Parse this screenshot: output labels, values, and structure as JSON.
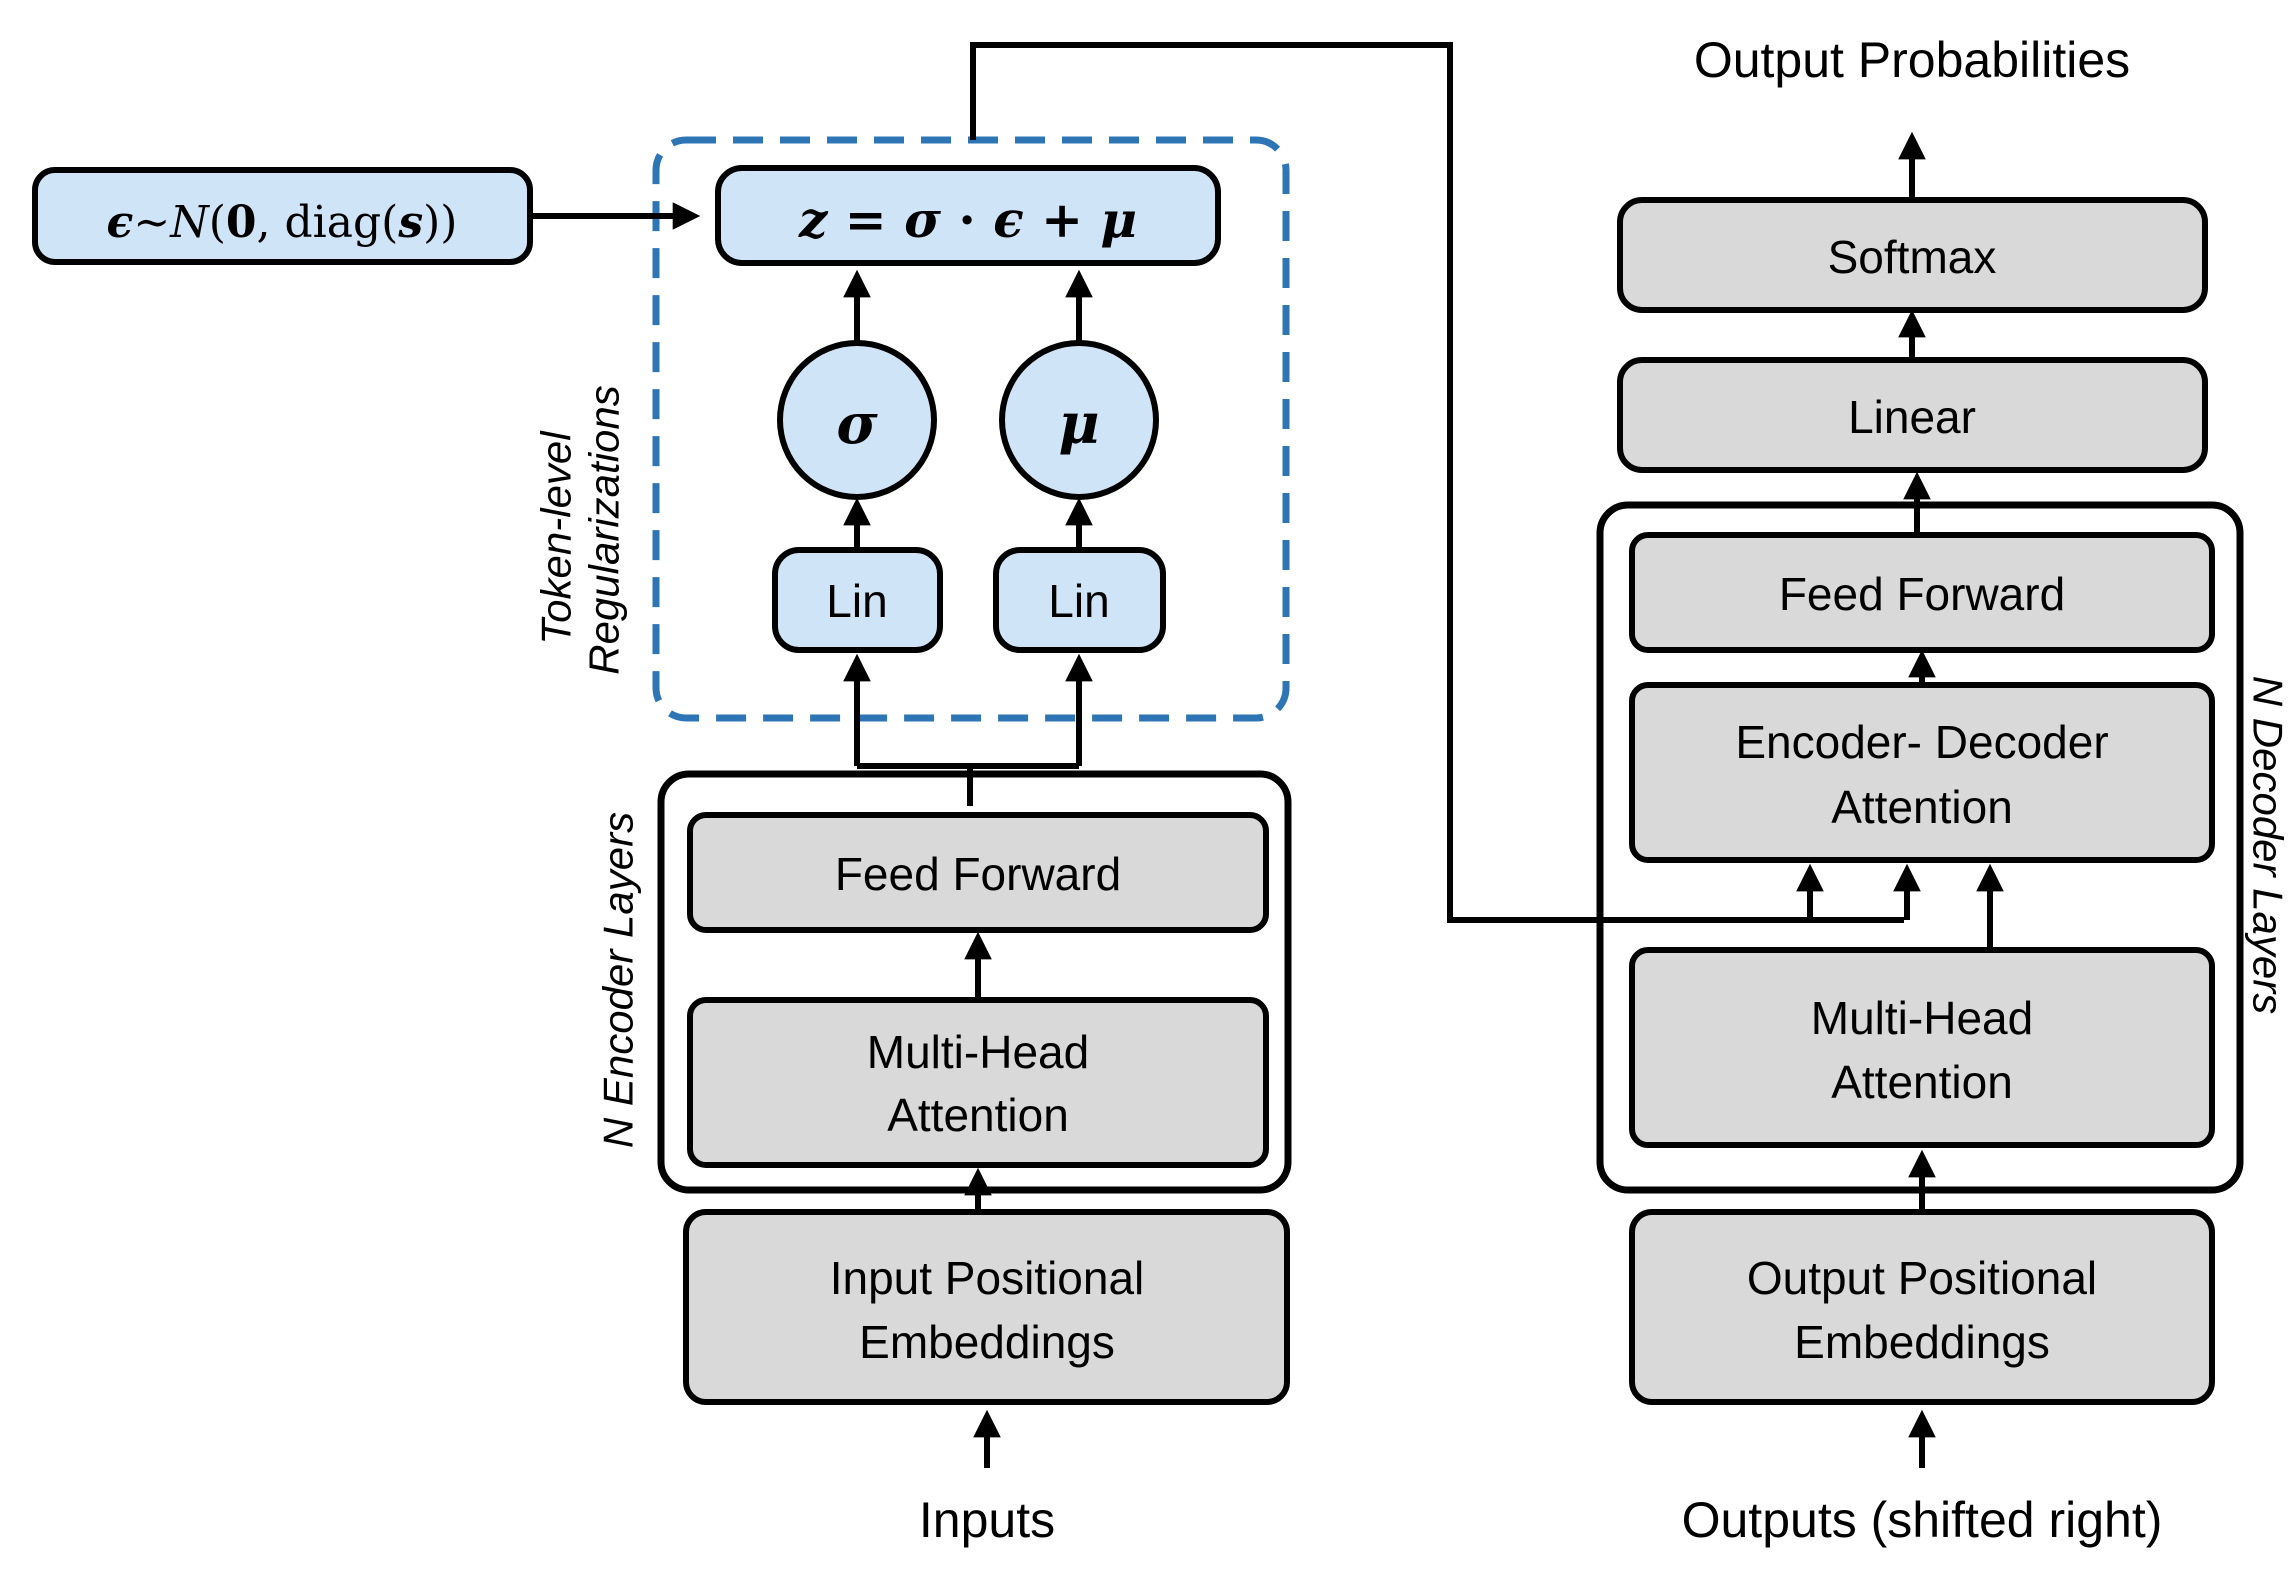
{
  "colors": {
    "block_blue": "#cfe4f7",
    "dashed_blue": "#2e75b6",
    "block_gray": "#d9d9d9",
    "line_black": "#000000",
    "bg_white": "#ffffff"
  },
  "regularization": {
    "label_line1": "Token-level",
    "label_line2": "Regularizations",
    "noise_formula": {
      "e1": "ϵ",
      "e2": "~",
      "e3": "N",
      "e4": "(",
      "e5": "0",
      "e6": ", ",
      "e7": "diag(",
      "e8": "s",
      "e9": "))"
    },
    "z_formula": {
      "z": "z",
      "eq": " = ",
      "sigma": "σ",
      "dot": " · ",
      "eps": "ϵ",
      "plus": " + ",
      "mu": "μ"
    },
    "sigma_node": "σ",
    "mu_node": "μ",
    "lin_left": "Lin",
    "lin_right": "Lin"
  },
  "encoder": {
    "label": "N Encoder Layers",
    "feed_forward": "Feed Forward",
    "mha_line1": "Multi-Head",
    "mha_line2": "Attention",
    "embed_line1": "Input Positional",
    "embed_line2": "Embeddings",
    "input_label": "Inputs"
  },
  "decoder": {
    "label": "N Decoder Layers",
    "output_probabilities": "Output Probabilities",
    "softmax": "Softmax",
    "linear": "Linear",
    "feed_forward": "Feed Forward",
    "eda_line1": "Encoder- Decoder",
    "eda_line2": "Attention",
    "mha_line1": "Multi-Head",
    "mha_line2": "Attention",
    "embed_line1": "Output Positional",
    "embed_line2": "Embeddings",
    "output_label": "Outputs (shifted right)"
  }
}
